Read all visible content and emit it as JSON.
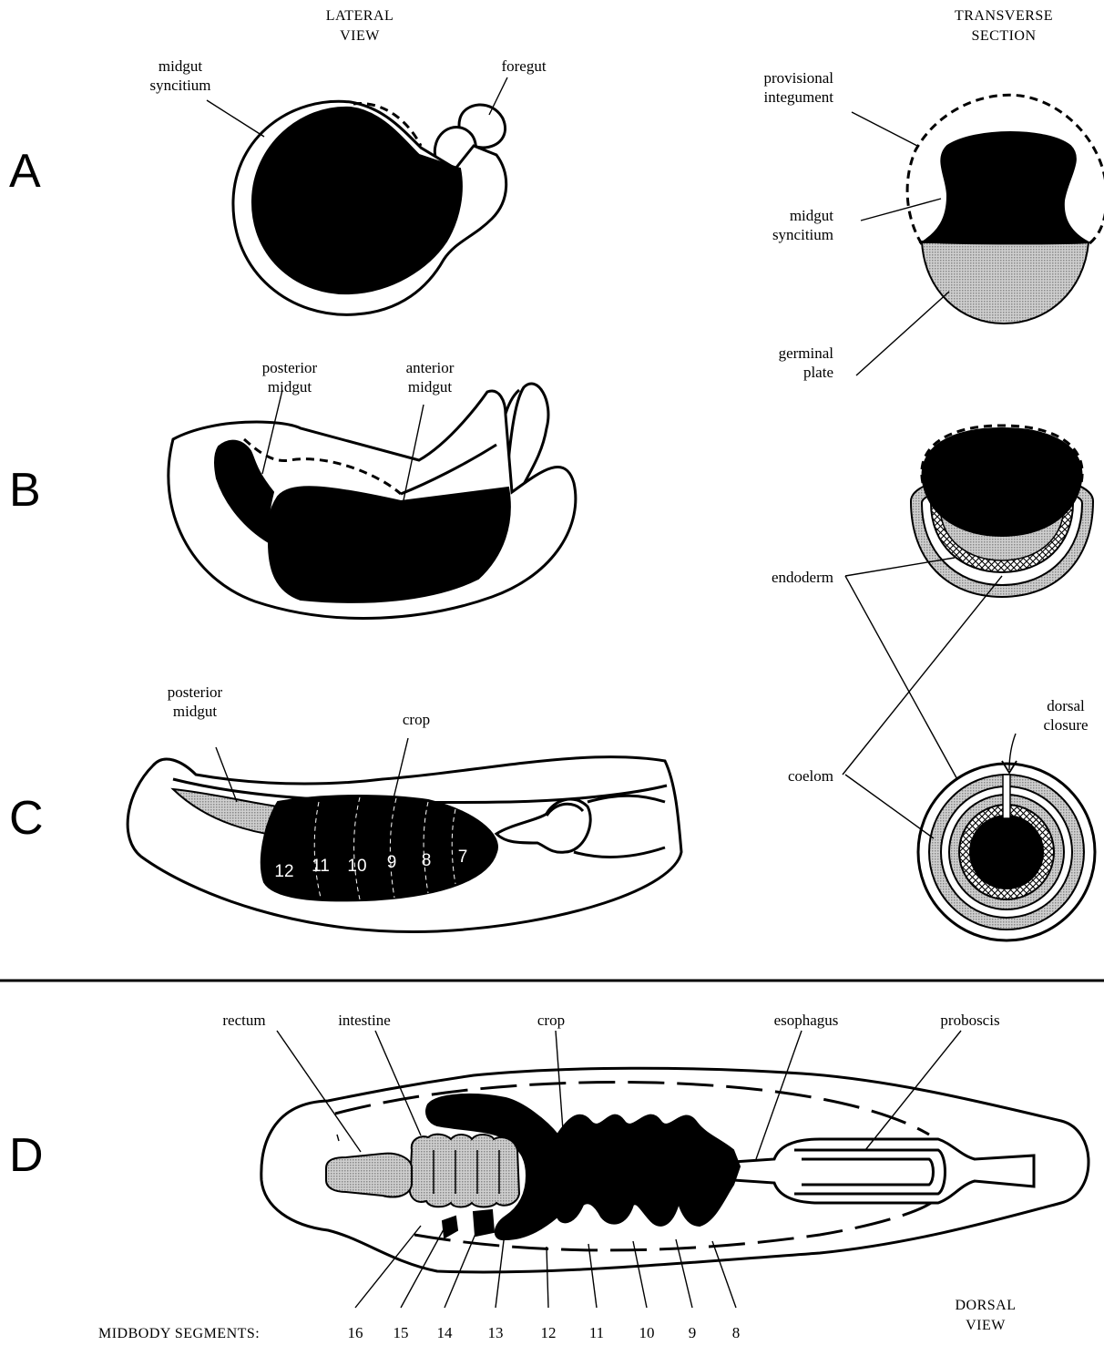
{
  "headings": {
    "lateral": [
      "LATERAL",
      "VIEW"
    ],
    "transverse": [
      "TRANSVERSE",
      "SECTION"
    ],
    "dorsal": [
      "DORSAL",
      "VIEW"
    ]
  },
  "panels": {
    "a": "A",
    "b": "B",
    "c": "C",
    "d": "D"
  },
  "panel_a": {
    "midgut_syncitium": [
      "midgut",
      "syncitium"
    ],
    "foregut": "foregut",
    "provisional_integument": [
      "provisional",
      "integument"
    ],
    "section_midgut_syncitium": [
      "midgut",
      "syncitium"
    ],
    "germinal_plate": [
      "germinal",
      "plate"
    ]
  },
  "panel_b": {
    "posterior_midgut": [
      "posterior",
      "midgut"
    ],
    "anterior_midgut": [
      "anterior",
      "midgut"
    ],
    "endoderm": "endoderm"
  },
  "panel_c": {
    "posterior_midgut": [
      "posterior",
      "midgut"
    ],
    "crop": "crop",
    "segments": [
      "12",
      "11",
      "10",
      "9",
      "8",
      "7"
    ],
    "coelom": "coelom",
    "dorsal_closure": [
      "dorsal",
      "closure"
    ]
  },
  "panel_d": {
    "rectum": "rectum",
    "intestine": "intestine",
    "crop": "crop",
    "esophagus": "esophagus",
    "proboscis": "proboscis",
    "midbody_label": "MIDBODY SEGMENTS:",
    "midbody_segments": [
      "16",
      "15",
      "14",
      "13",
      "12",
      "11",
      "10",
      "9",
      "8"
    ]
  },
  "colors": {
    "ink": "#000000",
    "paper": "#ffffff",
    "stipple": "#b5b5b5"
  }
}
